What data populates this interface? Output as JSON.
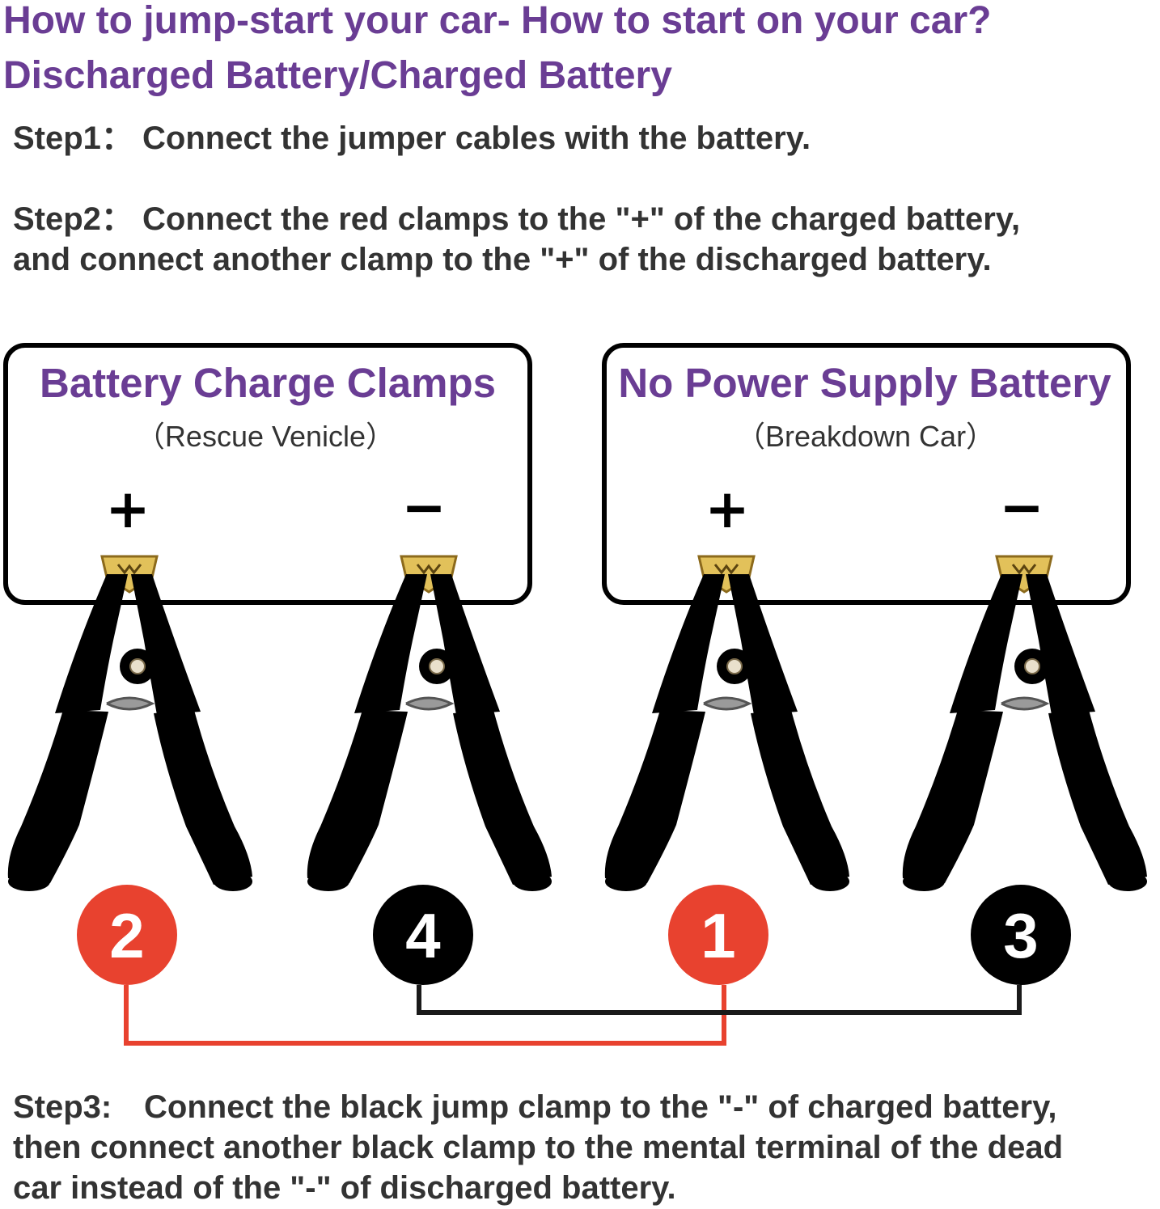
{
  "title_line1": "How to jump-start your car- How to start on your car?",
  "title_line2": "Discharged Battery/Charged Battery",
  "steps": [
    {
      "label": "Step1：",
      "lines": [
        "Connect the jumper cables with the battery."
      ]
    },
    {
      "label": "Step2：",
      "lines": [
        "Connect the red clamps to the \"+\" of the charged battery,",
        "and connect another clamp to the \"+\" of the discharged battery."
      ]
    },
    {
      "label": "Step3:",
      "lines": [
        "Connect the black jump clamp to the \"-\" of charged battery,",
        "then connect another black clamp to the mental terminal of the dead",
        "car instead of the \"-\" of discharged battery."
      ]
    }
  ],
  "batteries": [
    {
      "title": "Battery Charge Clamps",
      "subtitle": "（Rescue Venicle）",
      "plus": "+",
      "minus": "−"
    },
    {
      "title": "No Power Supply Battery",
      "subtitle": "（Breakdown Car）",
      "plus": "+",
      "minus": "−"
    }
  ],
  "clamps": [
    {
      "color": "red",
      "order": "2"
    },
    {
      "color": "black",
      "order": "4"
    },
    {
      "color": "red",
      "order": "1"
    },
    {
      "color": "black",
      "order": "3"
    }
  ],
  "colors": {
    "title_purple": "#6a3d94",
    "red_clamp": "#d8321f",
    "black_clamp": "#161616",
    "red_badge": "#e8422f",
    "black_badge": "#000000",
    "red_wire": "#e8422f",
    "black_wire": "#1a1a1a",
    "brass_tip": "#e2c15a"
  },
  "icons": [
    "clamp-red-icon",
    "clamp-black-icon"
  ]
}
